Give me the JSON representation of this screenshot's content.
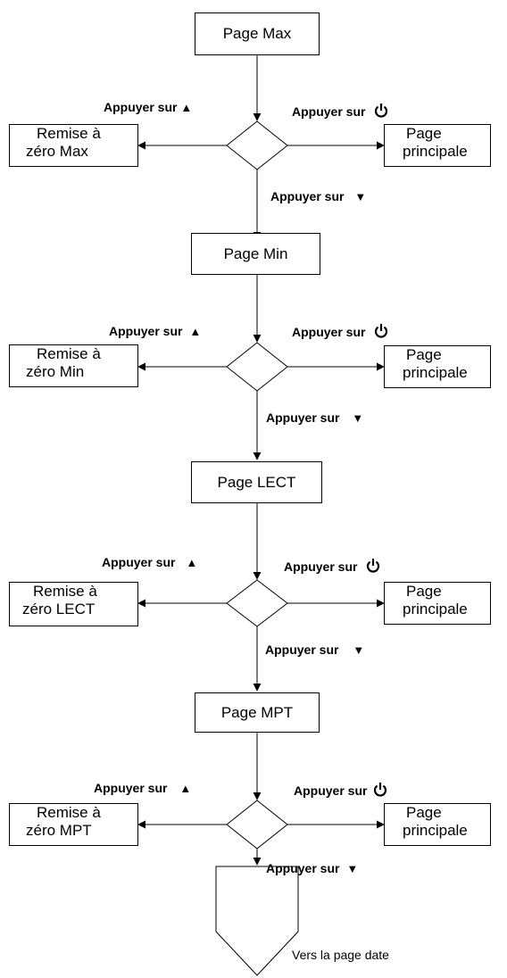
{
  "press_label": "Appuyer sur",
  "up_glyph": "▲",
  "down_glyph": "▼",
  "power_icon": "power-icon",
  "stages": [
    {
      "page": "Page Max",
      "reset_line1": "Remise à",
      "reset_line2": "zéro Max",
      "main_line1": "Page",
      "main_line2": "principale"
    },
    {
      "page": "Page Min",
      "reset_line1": "Remise à",
      "reset_line2": "zéro Min",
      "main_line1": "Page",
      "main_line2": "principale"
    },
    {
      "page": "Page LECT",
      "reset_line1": "Remise à",
      "reset_line2": "zéro LECT",
      "main_line1": "Page",
      "main_line2": "principale"
    },
    {
      "page": "Page MPT",
      "reset_line1": "Remise à",
      "reset_line2": "zéro MPT",
      "main_line1": "Page",
      "main_line2": "principale"
    }
  ],
  "end_label": "Vers la page date"
}
